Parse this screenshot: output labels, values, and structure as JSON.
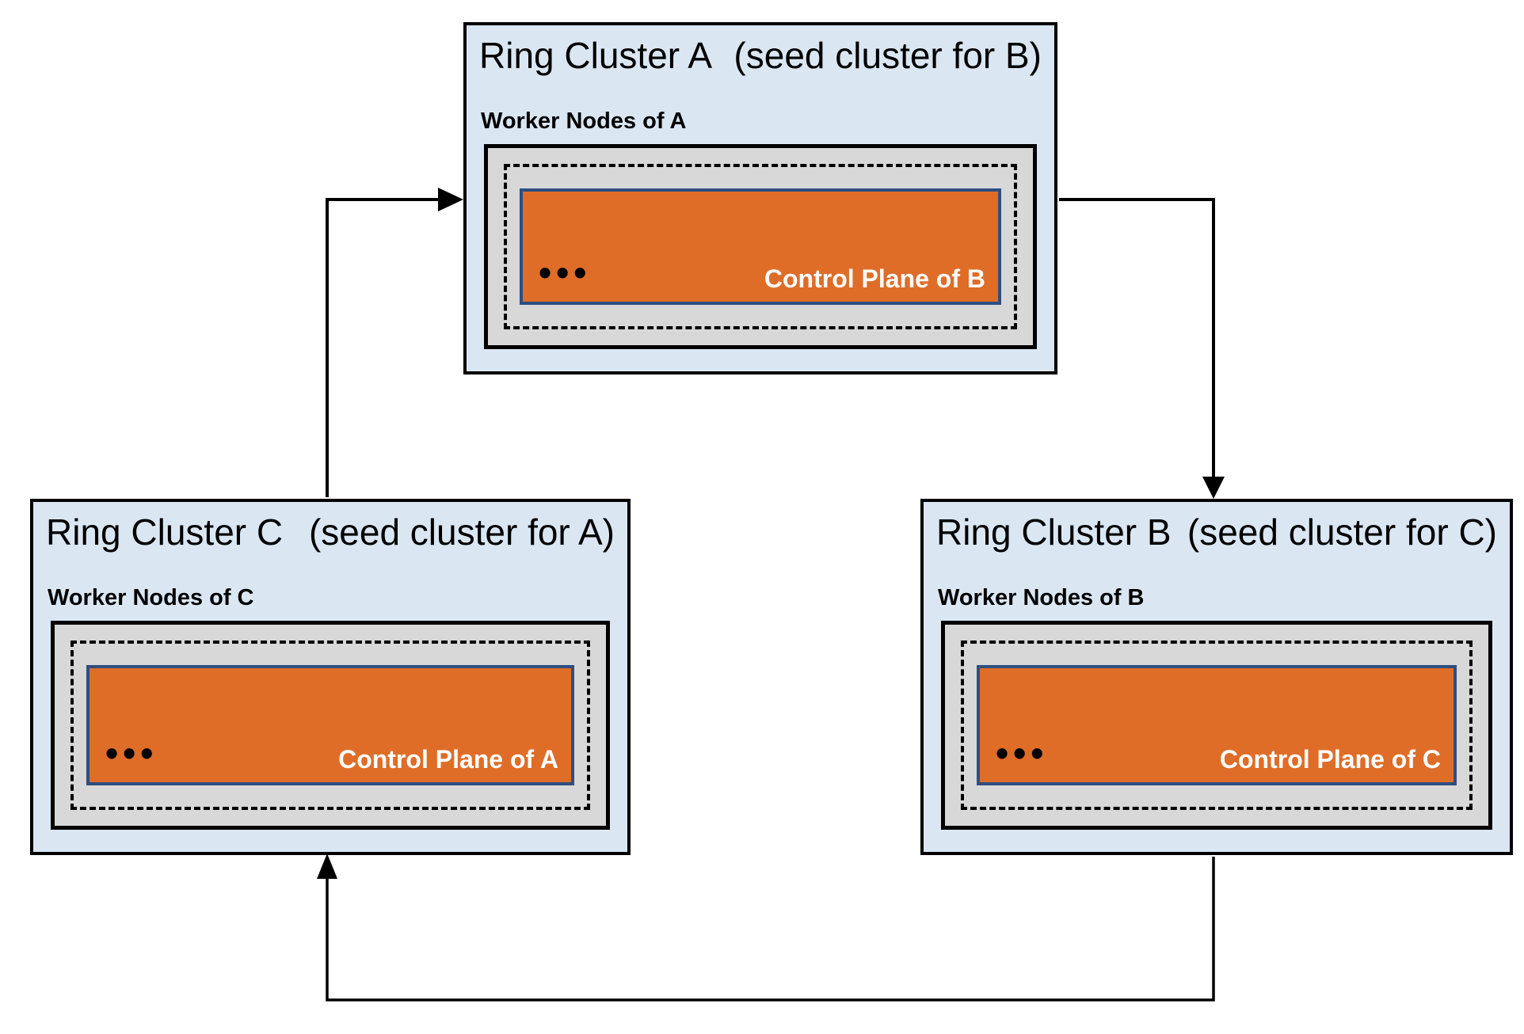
{
  "clusters": [
    {
      "id": "A",
      "title": "Ring Cluster A",
      "subtitle": "(seed cluster for B)",
      "worker_label": "Worker Nodes of A",
      "ellipsis": "•••",
      "control_plane_label": "Control Plane of B"
    },
    {
      "id": "C",
      "title": "Ring Cluster C",
      "subtitle": "(seed cluster for A)",
      "worker_label": "Worker Nodes of C",
      "ellipsis": "•••",
      "control_plane_label": "Control Plane of A"
    },
    {
      "id": "B",
      "title": "Ring Cluster B",
      "subtitle": "(seed cluster for C)",
      "worker_label": "Worker Nodes of B",
      "ellipsis": "•••",
      "control_plane_label": "Control Plane of C"
    }
  ],
  "colors": {
    "cluster_bg": "#DAE7F3",
    "nodes_bg": "#D8D8D8",
    "control_plane_bg": "#DF6D28",
    "control_plane_border": "#2F4E80",
    "line": "#000000"
  }
}
